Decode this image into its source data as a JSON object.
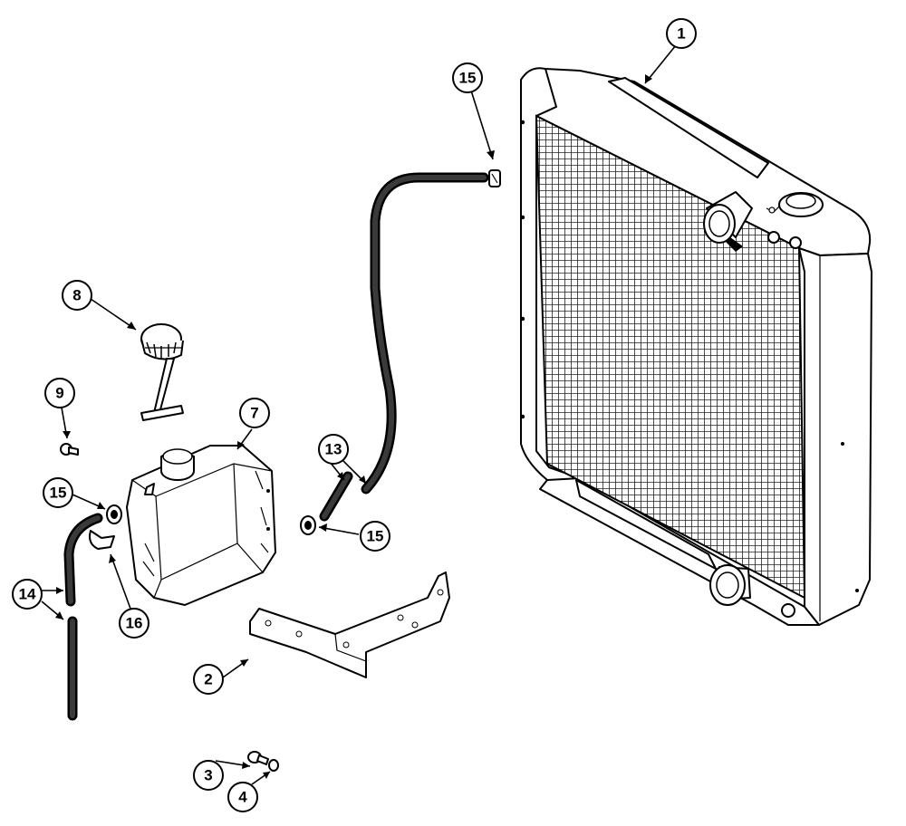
{
  "callouts": [
    {
      "id": "c1",
      "label": "1"
    },
    {
      "id": "c2",
      "label": "2"
    },
    {
      "id": "c3",
      "label": "3"
    },
    {
      "id": "c4",
      "label": "4"
    },
    {
      "id": "c7",
      "label": "7"
    },
    {
      "id": "c8",
      "label": "8"
    },
    {
      "id": "c9",
      "label": "9"
    },
    {
      "id": "c13",
      "label": "13"
    },
    {
      "id": "c14",
      "label": "14"
    },
    {
      "id": "c15a",
      "label": "15"
    },
    {
      "id": "c15b",
      "label": "15"
    },
    {
      "id": "c15c",
      "label": "15"
    },
    {
      "id": "c16",
      "label": "16"
    }
  ],
  "colors": {
    "ink": "#000000",
    "paper": "#ffffff",
    "hose": "#3a3a3a"
  }
}
